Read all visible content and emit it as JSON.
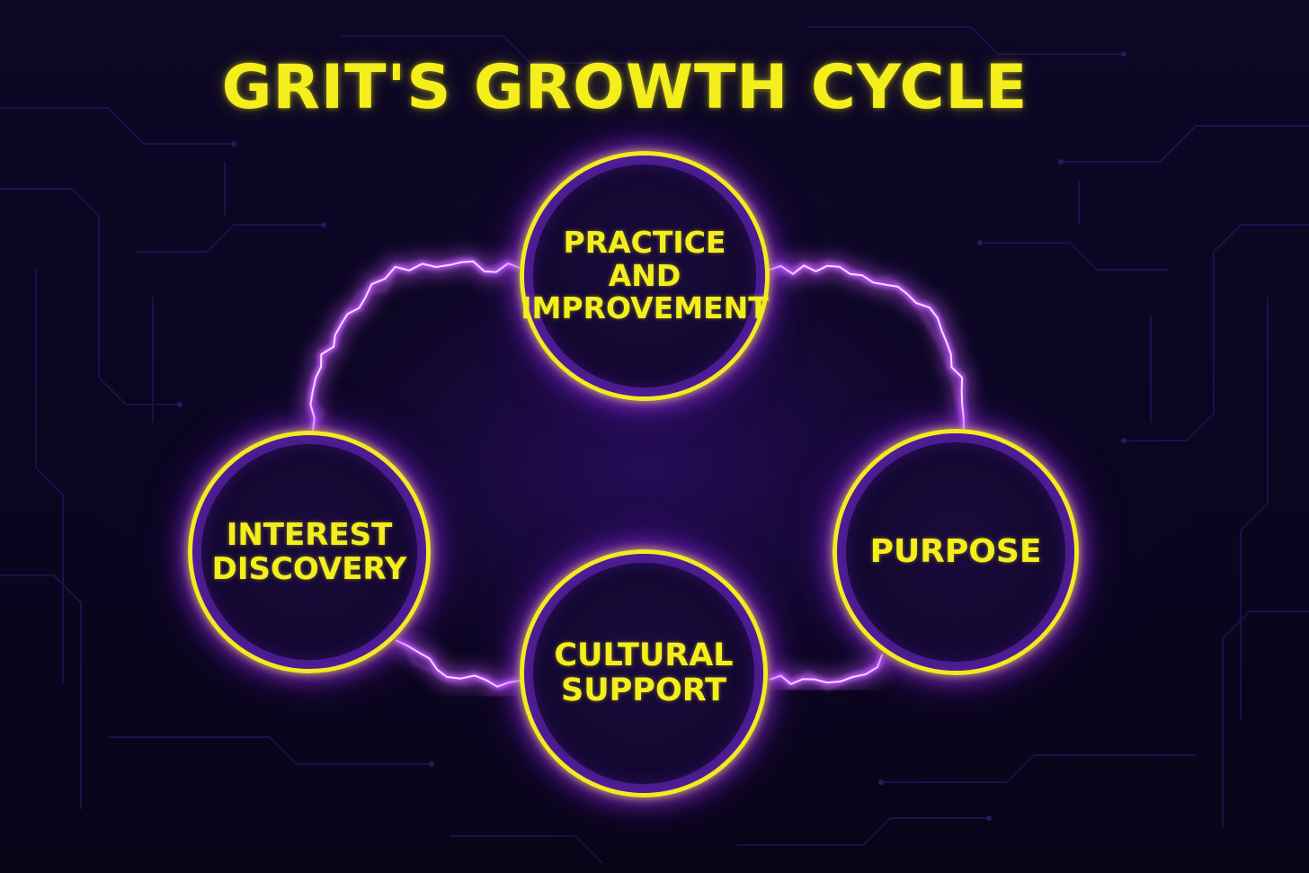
{
  "title": "GRIT'S GROWTH CYCLE",
  "nodes": {
    "practice": "PRACTICE\nAND\nIMPROVEMENT",
    "interest": "INTEREST\nDISCOVERY",
    "purpose": "PURPOSE",
    "cultural": "CULTURAL\nSUPPORT"
  },
  "colors": {
    "title": "#f4ee1c",
    "node_border": "#f2ea22",
    "node_fill": "#12072e",
    "lightning": "#c65bff",
    "lightning_core": "#f6dcff",
    "background": "#0b0620"
  },
  "connectors": {
    "style": "lightning",
    "pairs": [
      [
        "interest",
        "practice"
      ],
      [
        "practice",
        "purpose"
      ],
      [
        "purpose",
        "cultural"
      ],
      [
        "cultural",
        "interest"
      ]
    ]
  }
}
